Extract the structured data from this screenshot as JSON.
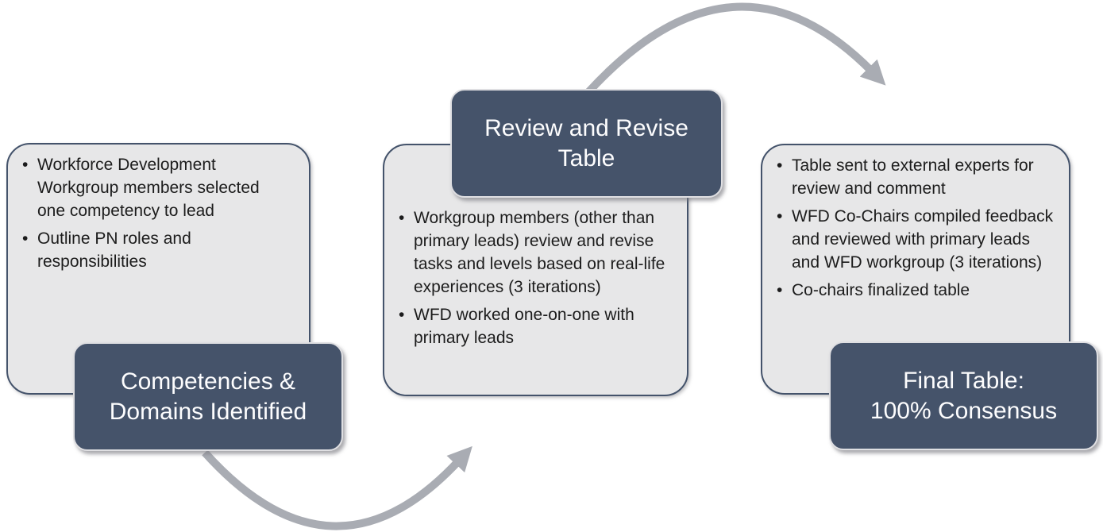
{
  "diagram": {
    "type": "process-flow",
    "stage_count": 3,
    "colors": {
      "label_background": "#45536a",
      "label_text": "#fdfdfe",
      "panel_background": "#e7e7e8",
      "panel_border": "#44536b",
      "arrow": "#a9acb3",
      "body_text": "#1c1c1c",
      "canvas_background": "#ffffff"
    },
    "stages": [
      {
        "label": "Competencies & Domains Identified",
        "label_lines": [
          "Competencies &",
          "Domains Identified"
        ],
        "label_position": "bottom",
        "bullets": [
          "Workforce Development Workgroup members selected one competency to lead",
          "Outline PN roles and responsibilities"
        ]
      },
      {
        "label": "Review and Revise Table",
        "label_lines": [
          "Review and Revise",
          "Table"
        ],
        "label_position": "top",
        "bullets": [
          "Workgroup members (other than primary leads) review and revise tasks and levels based on real-life experiences (3 iterations)",
          "WFD worked one-on-one with primary leads"
        ]
      },
      {
        "label": "Final Table: 100% Consensus",
        "label_lines": [
          "Final Table:",
          "100% Consensus"
        ],
        "label_position": "bottom",
        "bullets": [
          "Table sent to external experts for review and comment",
          "WFD Co-Chairs compiled feedback and reviewed with primary leads and WFD workgroup (3 iterations)",
          "Co-chairs finalized table"
        ]
      }
    ],
    "arrows": [
      {
        "name": "stage-1-to-stage-2",
        "direction": "left-to-middle, curving below"
      },
      {
        "name": "stage-2-to-stage-3",
        "direction": "middle-to-right, curving above"
      }
    ]
  }
}
